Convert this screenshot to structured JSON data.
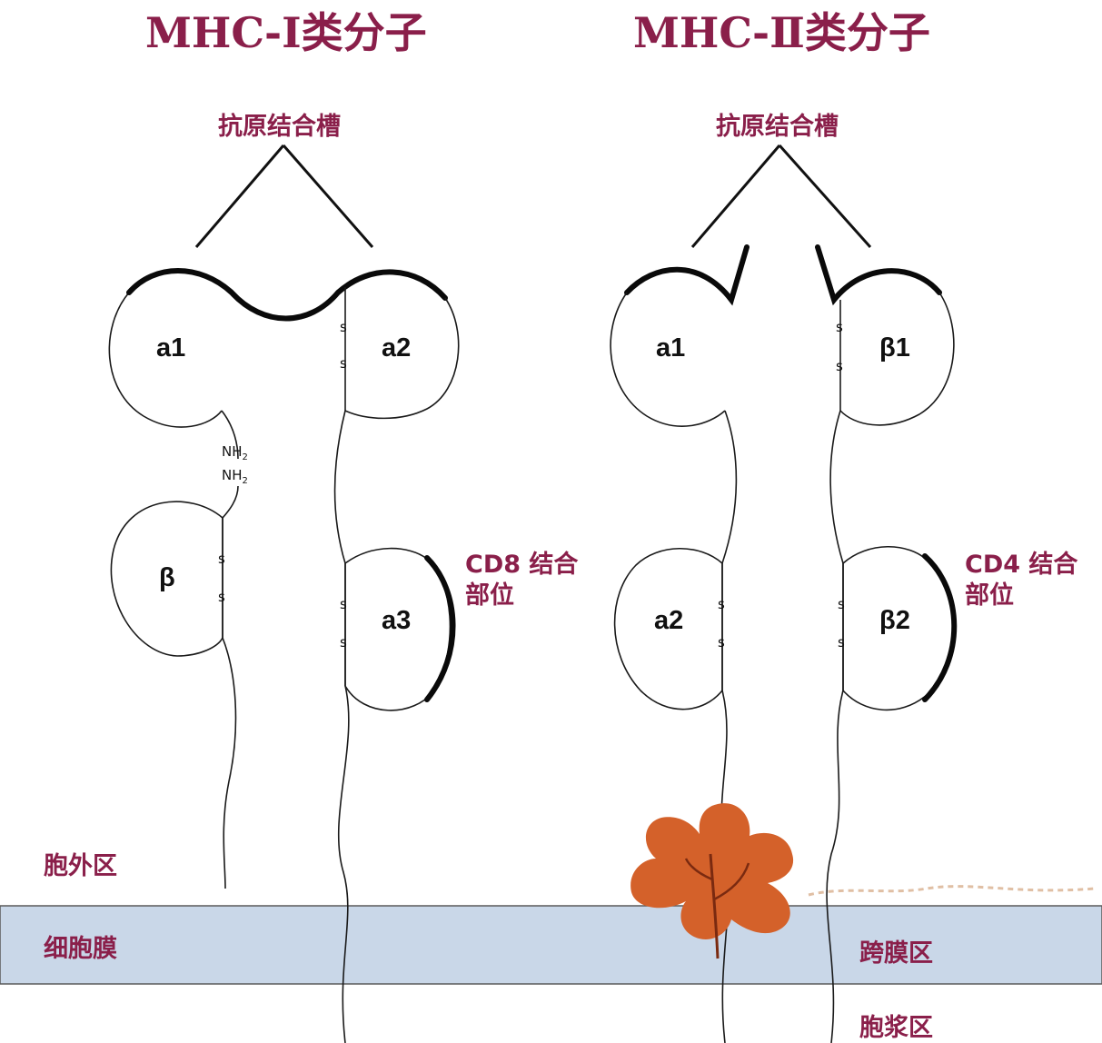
{
  "titles": {
    "mhc1": "MHC-Ⅰ类分子",
    "mhc2": "MHC-Ⅱ类分子"
  },
  "labels": {
    "groove1": "抗原结合槽",
    "groove2": "抗原结合槽",
    "cd8_line1": "CD8 结合",
    "cd8_line2": "部位",
    "cd4_line1": "CD4 结合",
    "cd4_line2": "部位",
    "extracellular": "胞外区",
    "membrane": "细胞膜",
    "transmembrane": "跨膜区",
    "cytoplasmic": "胞浆区"
  },
  "mhc1_domains": {
    "a1": "a1",
    "a2": "a2",
    "a3": "a3",
    "beta": "β",
    "nh2_top": "NH",
    "nh2_bottom": "NH",
    "nh_subscript": "2"
  },
  "mhc2_domains": {
    "a1": "a1",
    "a2": "a2",
    "b1": "β1",
    "b2": "β2"
  },
  "disulfide": "s",
  "colors": {
    "label": "#8a1f4a",
    "membrane_fill": "#c9d7e8",
    "membrane_line": "#5a5a5a",
    "leaf": "#d4612a",
    "leaf_vein": "#7a2a10"
  }
}
